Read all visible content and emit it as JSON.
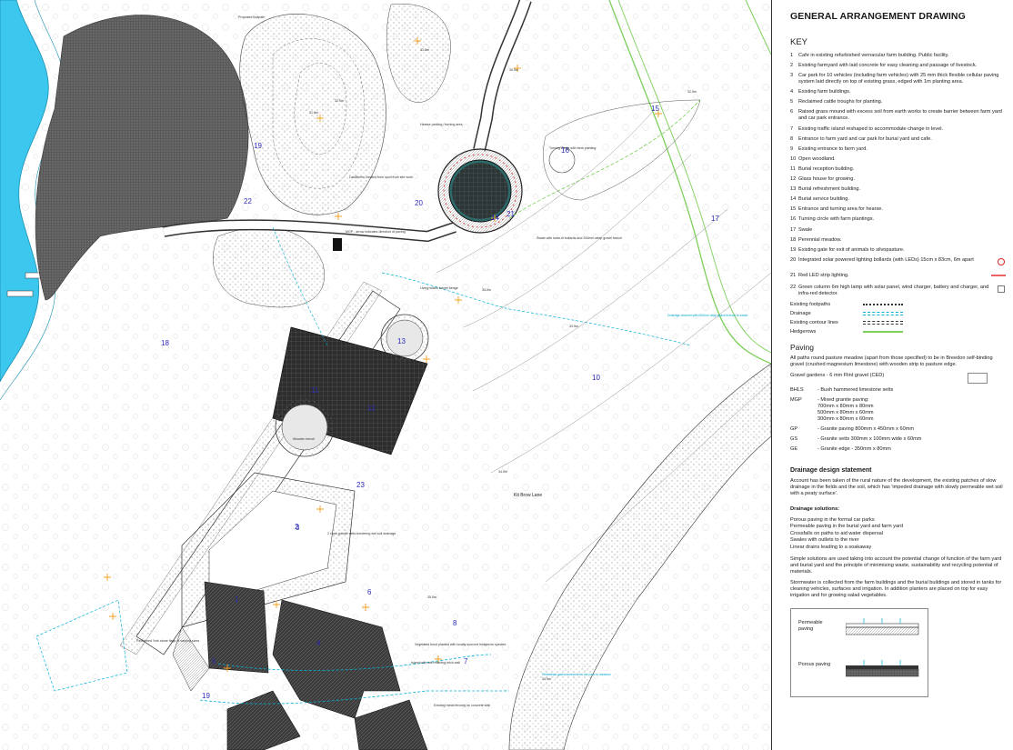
{
  "title": "GENERAL ARRANGEMENT DRAWING",
  "key_heading": "KEY",
  "key_items": [
    {
      "n": "1",
      "t": "Cafe in existing refurbished vernacular farm building. Public facility."
    },
    {
      "n": "2",
      "t": "Existing farmyard with laid concrete for easy cleaning and passage of livestock."
    },
    {
      "n": "3",
      "t": "Car park for 10 vehicles (including farm vehicles) with 25 mm thick flexible cellular paving system laid directly on top of existing grass, edged with 1m planting area."
    },
    {
      "n": "4",
      "t": "Existing farm buildings."
    },
    {
      "n": "5",
      "t": "Reclaimed cattle troughs for planting."
    },
    {
      "n": "6",
      "t": "Raised grass mound with excess soil from earth works to create barrier between farm yard and car park entrance."
    },
    {
      "n": "7",
      "t": "Existing traffic island reshaped to accommodate change in level."
    },
    {
      "n": "8",
      "t": "Entrance to farm yard and car park for burial yard and cafe."
    },
    {
      "n": "9",
      "t": "Existing entrance to farm yard."
    },
    {
      "n": "10",
      "t": "Open woodland."
    },
    {
      "n": "11",
      "t": "Burial reception building."
    },
    {
      "n": "12",
      "t": "Glass house for growing."
    },
    {
      "n": "13",
      "t": "Burial refreshment building."
    },
    {
      "n": "14",
      "t": "Burial service building."
    },
    {
      "n": "15",
      "t": "Entrance and turning area for hearse."
    },
    {
      "n": "16",
      "t": "Turning circle with farm plantings."
    },
    {
      "n": "17",
      "t": "Swale"
    },
    {
      "n": "18",
      "t": "Perennial meadow."
    },
    {
      "n": "19",
      "t": "Existing gate for exit of animals to silvopasture."
    },
    {
      "n": "20",
      "t": "Integrated solar powered lighting bollards (with LEDs) 15cm x 83cm, 6m apart"
    },
    {
      "n": "21",
      "t": "Red LED strip lighting."
    },
    {
      "n": "22",
      "t": "Green column 6m high lamp with solar panel, wind charger, battery and charger, and infra-red detector."
    }
  ],
  "legend": [
    {
      "label": "Existing footpaths",
      "style": "dots"
    },
    {
      "label": "Drainage",
      "style": "cyan-dash"
    },
    {
      "label": "Existing contour lines",
      "style": "dash-double"
    },
    {
      "label": "Hedgerows",
      "style": "green"
    }
  ],
  "paving_heading": "Paving",
  "paving_intro": "All paths round pasture meadow (apart from those specified) to be in Breedon self-binding gravel (crushed magnesium limestone) with wooden strip to pasture edge.",
  "paving_items": [
    {
      "code": "",
      "text": "Gravel gardens - 6 mm Flint gravel (CED)"
    },
    {
      "code": "BHLS",
      "text": "-  Bush hammered limestone setts"
    },
    {
      "code": "MGP",
      "text": "-  Mixed granite paving:\n700mm x 80mm x 80mm\n500mm x 80mm x 60mm\n300mm x 80mm x 60mm"
    },
    {
      "code": "GP",
      "text": "-  Granite paving 800mm x 450mm x 60mm"
    },
    {
      "code": "GS",
      "text": "-  Granite setts 300mm x 100mm wide x 60mm"
    },
    {
      "code": "GE",
      "text": "-  Granite edge - 350mm x 80mm"
    }
  ],
  "drainage_heading": "Drainage design statement",
  "drainage_intro": "Account has been taken of the rural nature of the development, the existing patches of slow drainage in the fields and the soil, which has 'impeded drainage with slowly permeable wet soil with a peaty surface'.",
  "solutions_heading": "Drainage solutions:",
  "solutions": [
    "Porous paving in the formal car parks",
    "Permeable paving in the burial yard and farm yard",
    "Crossfalls on paths to aid water dispersal",
    "Swales with outlets to the river",
    "Linear drains leading to a soakaway"
  ],
  "drainage_p2": "Simple solutions are used taking into account the potential change of function of the farm yard and burial yard and the principle of minimising waste, sustainability and recycling potential of materials.",
  "drainage_p3": "Stormwater is collected from the farm buildings and the burial buildings and stored in tanks for cleaning vehicles, surfaces and irrigation. In addition planters are placed  on top for easy irrigation and for growing salad vegetables.",
  "section_labels": {
    "permeable": "Permeable paving",
    "porous": "Porous paving"
  },
  "plan": {
    "area_numbers": [
      "1",
      "2",
      "3",
      "4",
      "5",
      "6",
      "7",
      "8",
      "10",
      "11",
      "12",
      "13",
      "14",
      "15",
      "16",
      "17",
      "18",
      "19",
      "20",
      "21",
      "22",
      "23"
    ],
    "road_label": "Kit Brow Lane",
    "notes": {
      "proposed_footpath": "Proposed footpath",
      "landform": "Landforms created from spoil from site work",
      "mgp_note": "MGP - arrow indicates direction of paving",
      "turning": "Turning Circle with farm planting",
      "hearse": "Hearse parking / turning area",
      "wooden_bench": "Wooden bench",
      "drainage_note": "Drainage channel with 600mm deep gravel trench to swale",
      "living_willow": "Living willow tunnel hedge",
      "kerb_note": "Existing metal fencing on concrete wall",
      "reclaimed_york": "Reclaimed York stone flags of varying sizes",
      "granite_setts": "2 rows granite setts bordering wet soil drainage",
      "vegetated_bund": "Vegetated bund planted with locally sourced hedgerow species",
      "island": "Island with low retaining brick wall",
      "gate_note": "Pedestrian gated access from car park to meadow",
      "swale_note": "Swale with solar-lit bollards and 200mm deep gravel trench",
      "levels": [
        "30.5m",
        "31.0m",
        "31.5m",
        "32.0m",
        "32.5m",
        "33.0m",
        "33.5m",
        "34.0m",
        "34.5m",
        "35.0m"
      ]
    }
  },
  "colors": {
    "hedge": "#7cd05a",
    "drain": "#00b0d8",
    "number": "#2b2bb8",
    "orange": "#f0a020",
    "red": "#e02020",
    "river": "#3cc8ee"
  }
}
